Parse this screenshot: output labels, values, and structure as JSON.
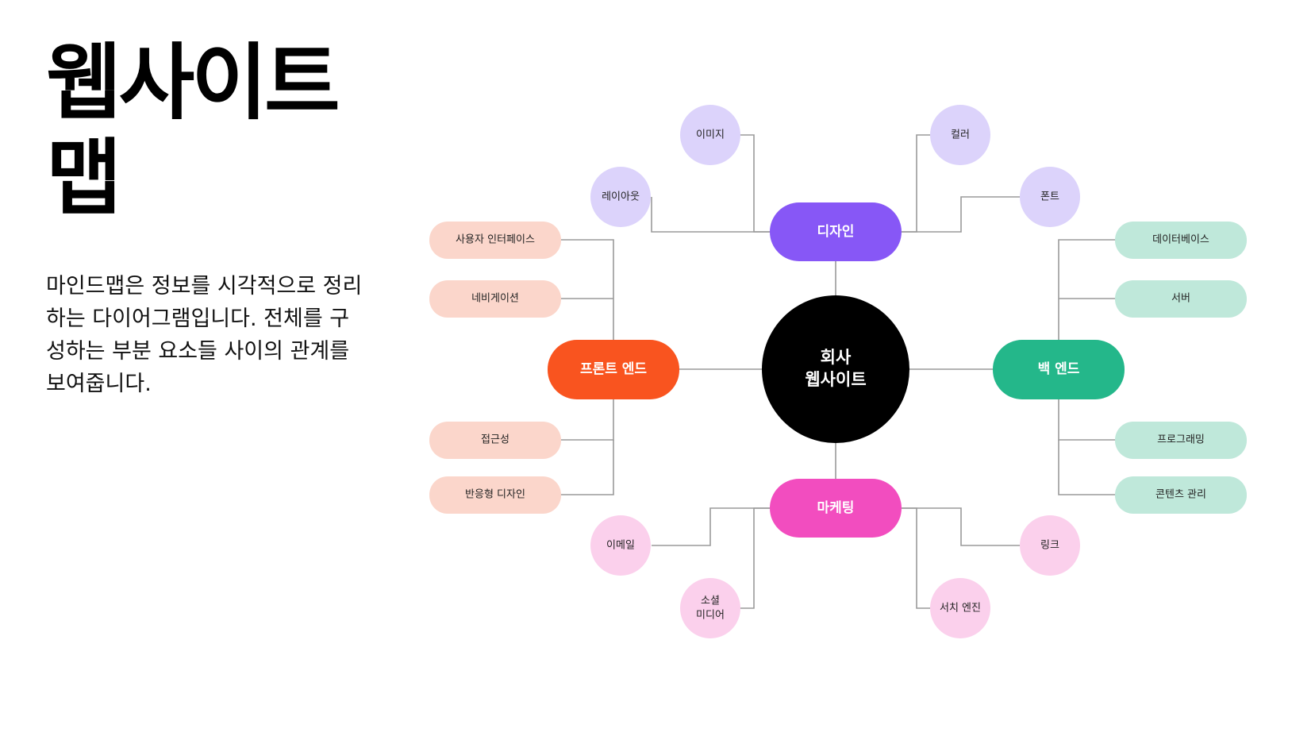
{
  "title": "웹사이트 맵",
  "description": "마인드맵은 정보를 시각적으로 정리하는 다이어그램입니다. 전체를 구성하는 부분 요소들 사이의 관계를 보여줍니다.",
  "colors": {
    "center": "#000000",
    "design": "#8757f6",
    "design_leaf": "#dcd3fb",
    "frontend": "#f9541f",
    "frontend_leaf": "#fbd6cb",
    "backend": "#24b78a",
    "backend_leaf": "#bfe8da",
    "marketing": "#f24dbf",
    "marketing_leaf": "#fbd0ec",
    "connector": "#9a9a9a"
  },
  "center": {
    "line1": "회사",
    "line2": "웹사이트"
  },
  "design": {
    "label": "디자인",
    "children": [
      "이미지",
      "컬러",
      "레이아웃",
      "폰트"
    ]
  },
  "frontend": {
    "label": "프론트 엔드",
    "children": [
      "사용자 인터페이스",
      "네비게이션",
      "접근성",
      "반응형 디자인"
    ]
  },
  "backend": {
    "label": "백 엔드",
    "children": [
      "데이터베이스",
      "서버",
      "프로그래밍",
      "콘텐츠 관리"
    ]
  },
  "marketing": {
    "label": "마케팅",
    "children": [
      "이메일",
      "소셜",
      "미디어",
      "링크",
      "서치 엔진"
    ]
  }
}
